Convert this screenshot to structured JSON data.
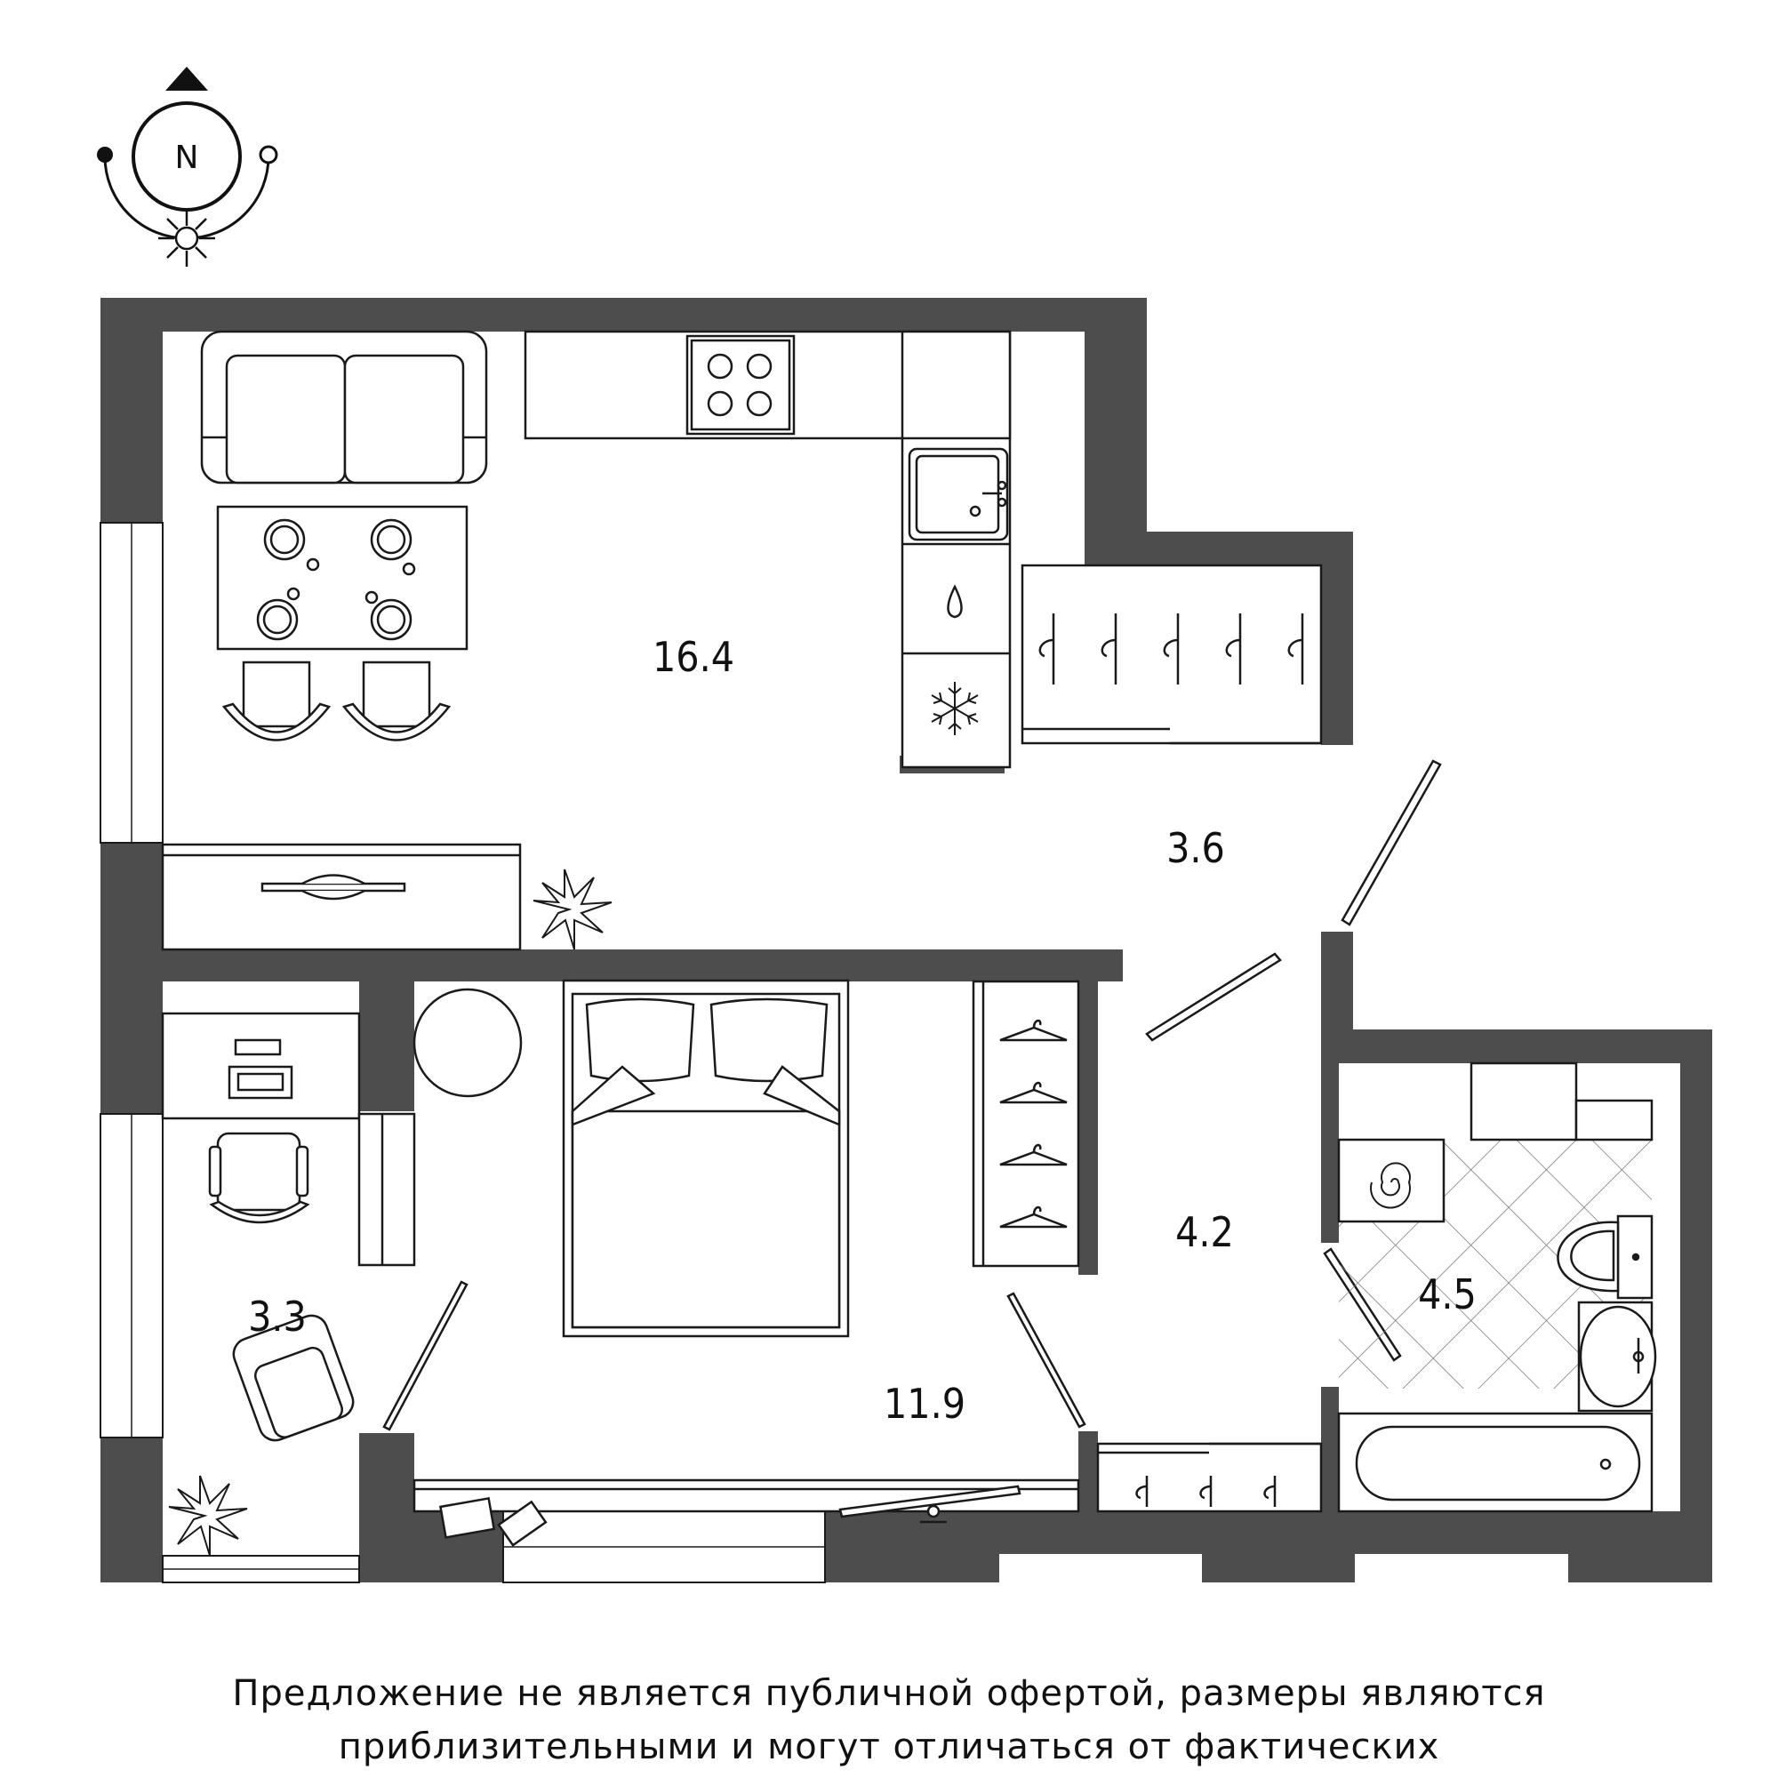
{
  "compass": {
    "letter": "N"
  },
  "rooms": [
    {
      "id": "kitchen-living",
      "area": "16.4"
    },
    {
      "id": "corridor",
      "area": "3.6"
    },
    {
      "id": "hall",
      "area": "4.2"
    },
    {
      "id": "bedroom",
      "area": "11.9"
    },
    {
      "id": "study",
      "area": "3.3"
    },
    {
      "id": "bathroom",
      "area": "4.5"
    }
  ],
  "disclaimer": {
    "line1": "Предложение не является публичной офертой, размеры являются",
    "line2": "приблизительными и могут отличаться от фактических"
  },
  "colors": {
    "wall": "#4d4d4d",
    "line": "#1a1a1a",
    "background": "#ffffff"
  }
}
